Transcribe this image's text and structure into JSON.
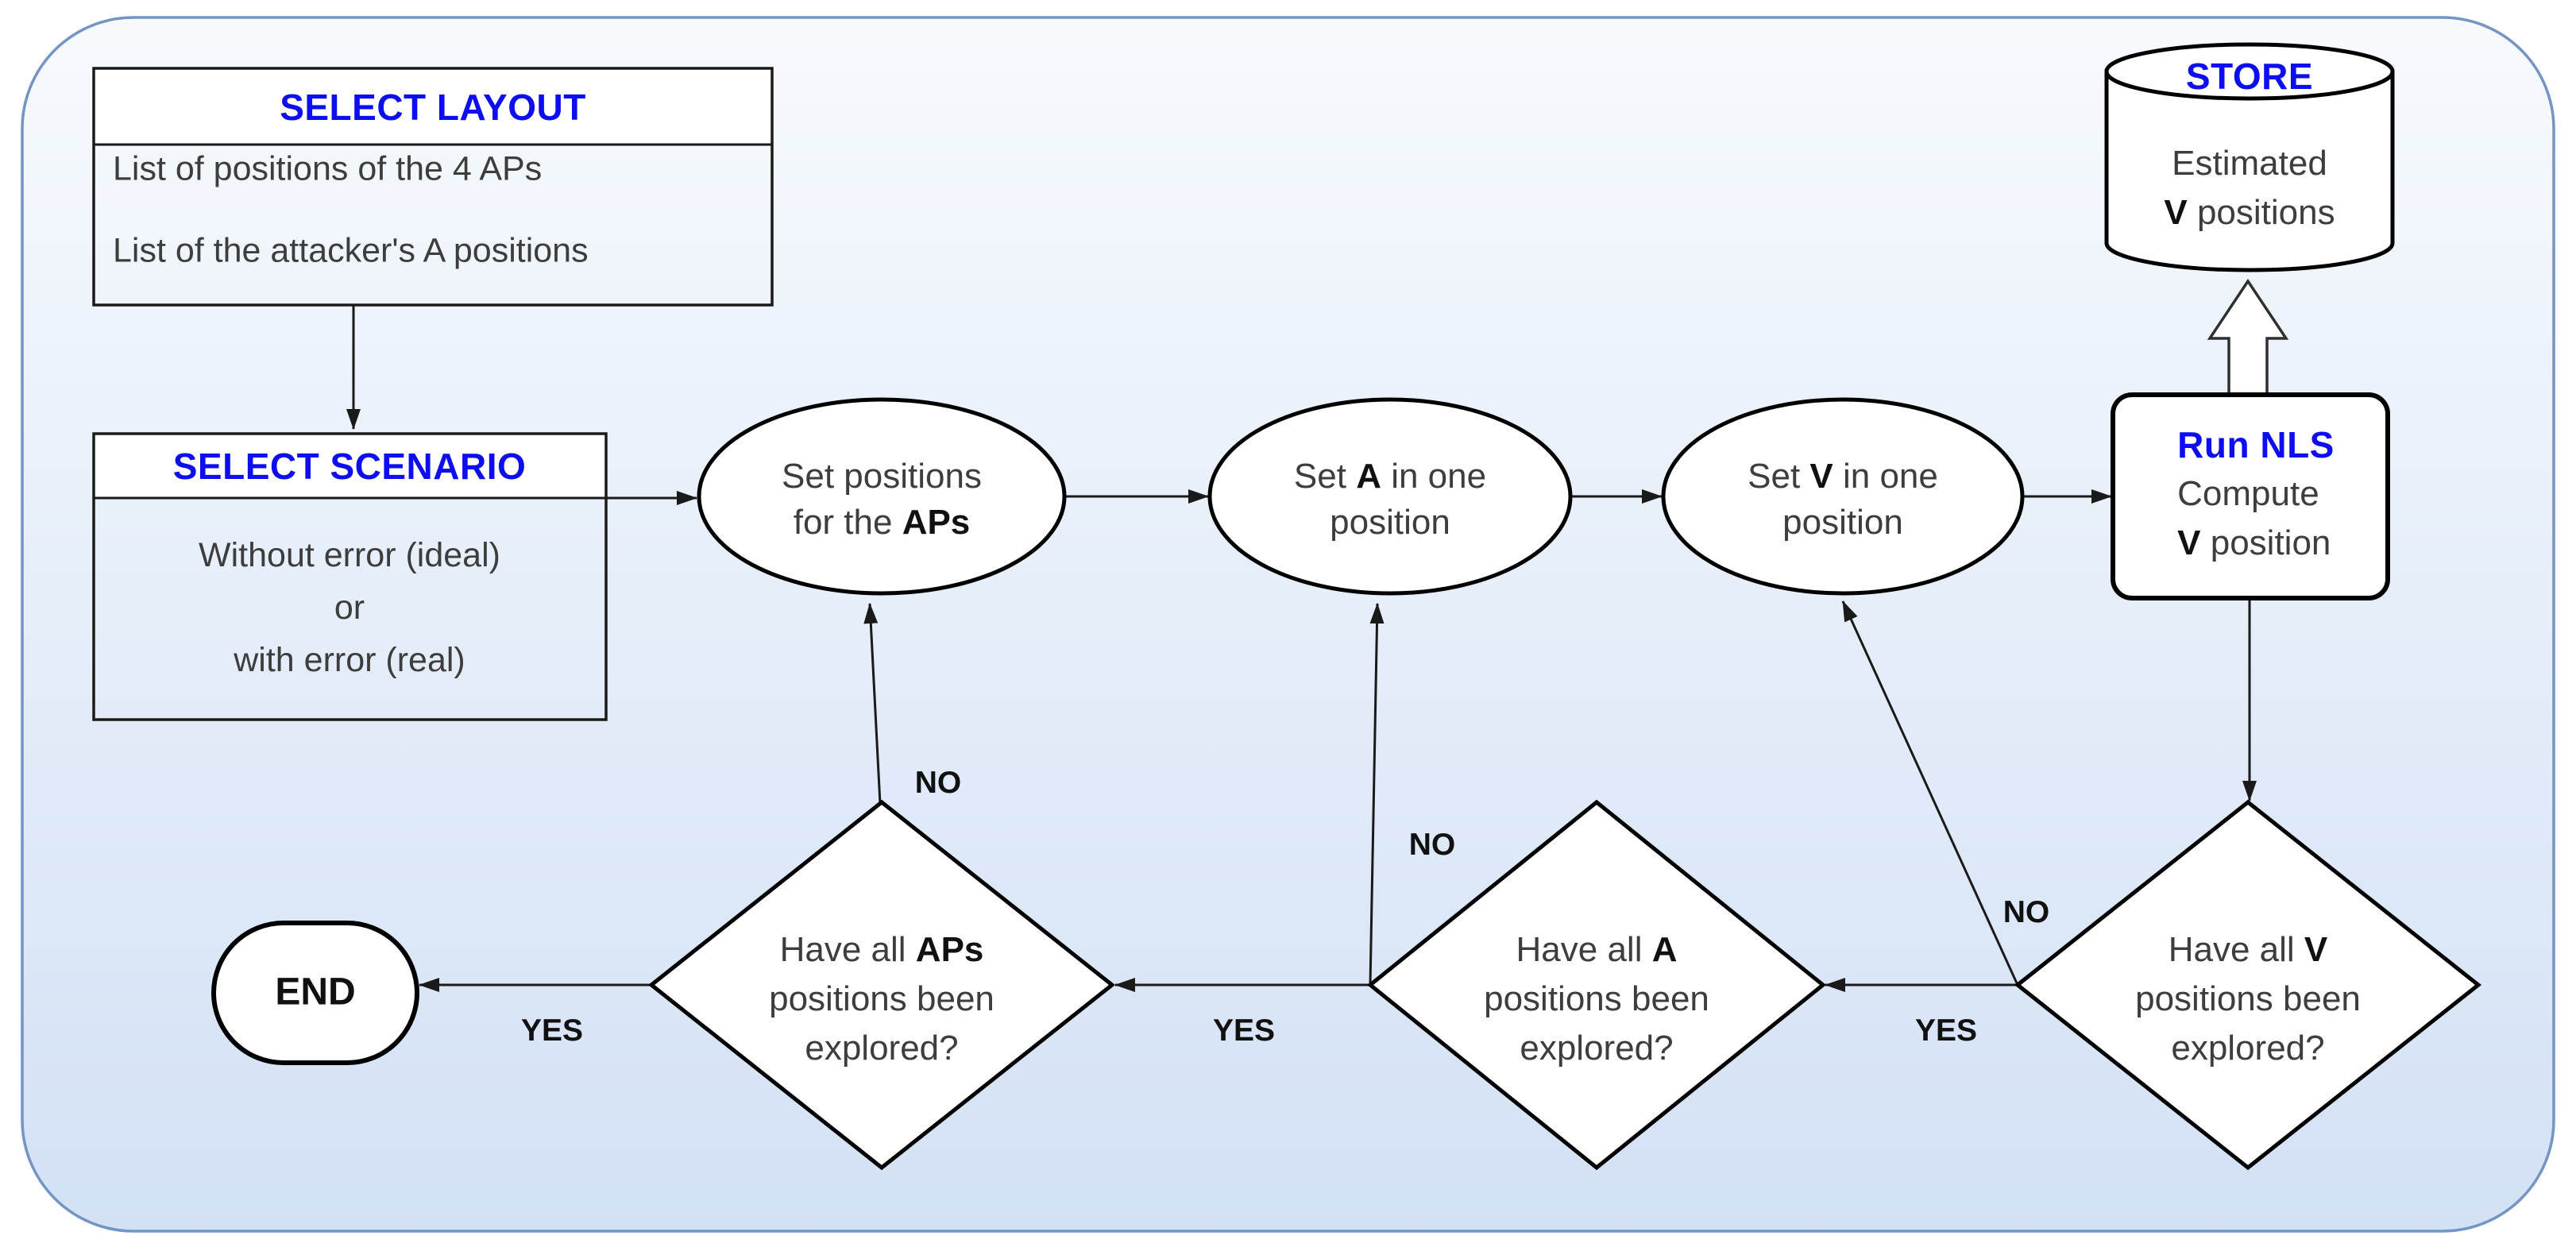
{
  "colors": {
    "accent_blue": "#0d0df2",
    "text": "#3d3d3d",
    "bold_text": "#111111",
    "background_top": "#f7fafd",
    "background_bottom": "#d3e1f5",
    "frame_border": "#7494c4",
    "node_fill": "#ffffff",
    "node_stroke": "#000000"
  },
  "layout_box": {
    "title": "SELECT LAYOUT",
    "items": [
      "List of positions of the 4 APs",
      "List of the attacker's A positions"
    ]
  },
  "scenario_box": {
    "title": "SELECT SCENARIO",
    "lines": [
      "Without error (ideal)",
      "or",
      "with error (real)"
    ]
  },
  "ellipse_set_aps": {
    "line1": "Set positions",
    "line2_pre": "for the ",
    "line2_bold": "APs"
  },
  "ellipse_set_a": {
    "line1_pre": "Set ",
    "line1_bold": "A",
    "line1_post": " in one",
    "line2": "position"
  },
  "ellipse_set_v": {
    "line1_pre": "Set ",
    "line1_bold": "V",
    "line1_post": " in one",
    "line2": "position"
  },
  "nls_box": {
    "title": "Run NLS",
    "line2": "Compute",
    "line3_bold": "V",
    "line3_post": " position"
  },
  "store_cylinder": {
    "title": "STORE",
    "line1": "Estimated",
    "line2_bold": "V",
    "line2_post": " positions"
  },
  "diamond_aps": {
    "line1_pre": "Have all ",
    "line1_bold": "APs",
    "line2": "positions been",
    "line3": "explored?"
  },
  "diamond_a": {
    "line1_pre": "Have all ",
    "line1_bold": "A",
    "line2": "positions been",
    "line3": "explored?"
  },
  "diamond_v": {
    "line1_pre": "Have all ",
    "line1_bold": "V",
    "line2": "positions been",
    "line3": "explored?"
  },
  "end_node": {
    "label": "END"
  },
  "edge_labels": {
    "no_aps": "NO",
    "no_a": "NO",
    "no_v": "NO",
    "yes_end": "YES",
    "yes_a": "YES",
    "yes_v": "YES"
  }
}
